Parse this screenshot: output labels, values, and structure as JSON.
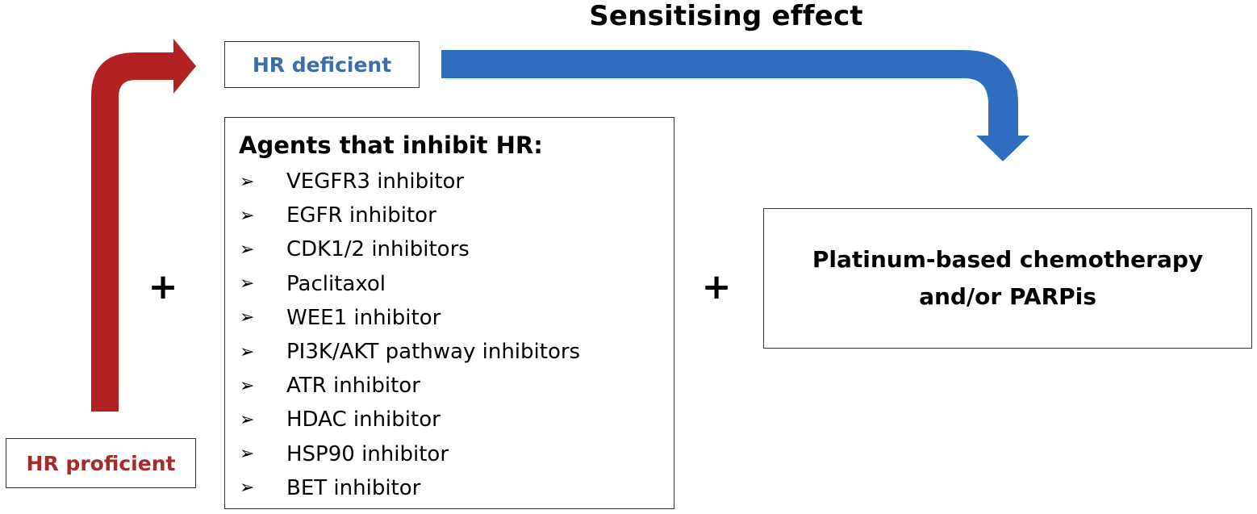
{
  "title": "Sensitising effect",
  "hr_deficient": "HR deficient",
  "hr_proficient": "HR proficient",
  "agents": {
    "heading": "Agents that inhibit HR:",
    "bullet": "➢",
    "items": [
      "VEGFR3 inhibitor",
      "EGFR inhibitor",
      "CDK1/2 inhibitors",
      "Paclitaxol",
      "WEE1 inhibitor",
      "PI3K/AKT pathway inhibitors",
      "ATR inhibitor",
      "HDAC inhibitor",
      "HSP90 inhibitor",
      "BET inhibitor"
    ]
  },
  "platinum": {
    "line1": "Platinum-based chemotherapy",
    "line2": "and/or PARPis"
  },
  "plus_sign": "+",
  "colors": {
    "red": "#B22222",
    "blue": "#2E6DBF",
    "deficient_text": "#3A6EA8",
    "proficient_text": "#A52A2A"
  }
}
